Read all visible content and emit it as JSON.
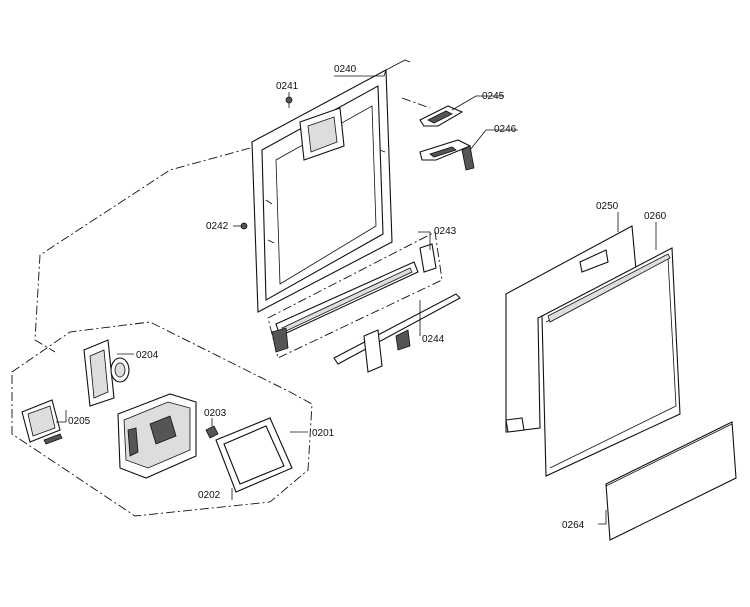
{
  "labels": {
    "p0240": "0240",
    "p0241": "0241",
    "p0245": "0245",
    "p0246": "0246",
    "p0242": "0242",
    "p0243": "0243",
    "p0244": "0244",
    "p0250": "0250",
    "p0260": "0260",
    "p0204": "0204",
    "p0205": "0205",
    "p0203": "0203",
    "p0201": "0201",
    "p0202": "0202",
    "p0264": "0264"
  }
}
